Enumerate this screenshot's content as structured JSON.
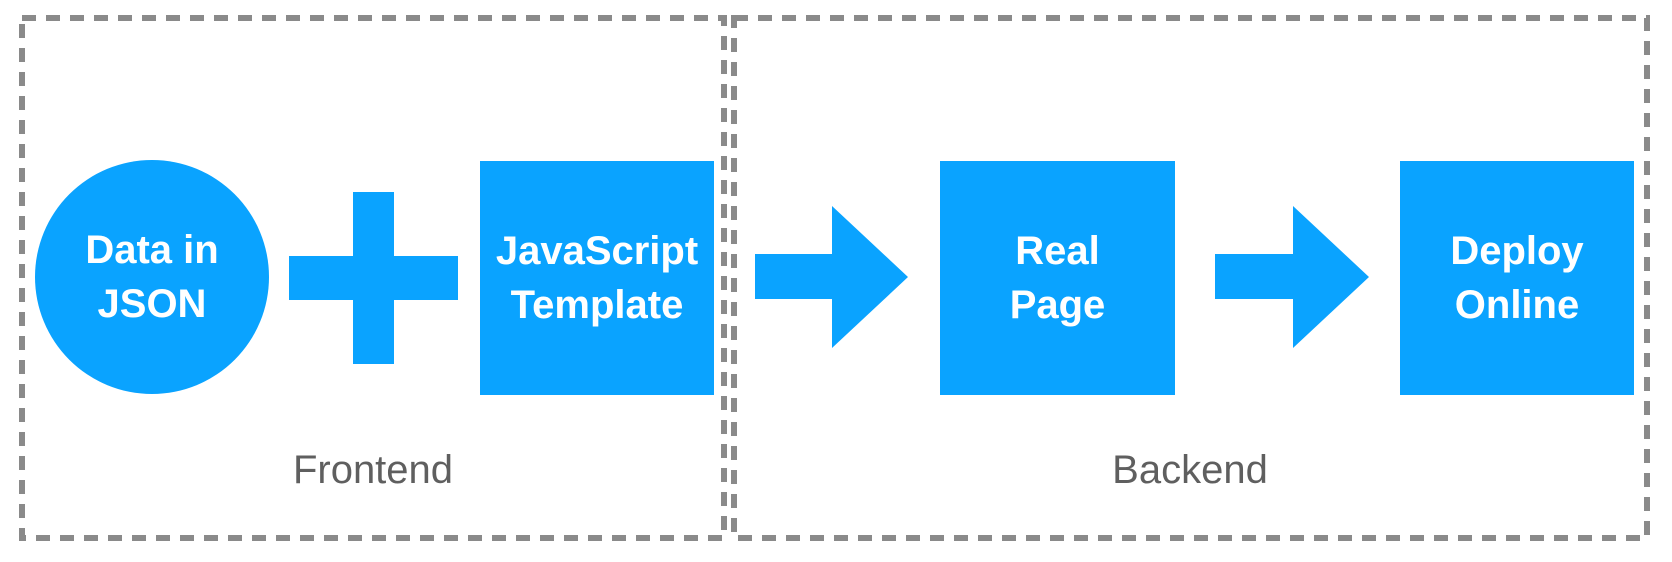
{
  "colors": {
    "node_fill": "#0aa3ff",
    "node_text": "#ffffff",
    "group_border": "#8a8a8a",
    "group_label": "#5f5f5f"
  },
  "groups": {
    "frontend": {
      "label": "Frontend"
    },
    "backend": {
      "label": "Backend"
    }
  },
  "nodes": {
    "data": {
      "line1": "Data in",
      "line2": "JSON"
    },
    "template": {
      "line1": "JavaScript",
      "line2": "Template"
    },
    "real_page": {
      "line1": "Real",
      "line2": "Page"
    },
    "deploy": {
      "line1": "Deploy",
      "line2": "Online"
    }
  },
  "operators": {
    "plus": "plus-icon",
    "arrow1": "right-arrow-icon",
    "arrow2": "right-arrow-icon"
  }
}
